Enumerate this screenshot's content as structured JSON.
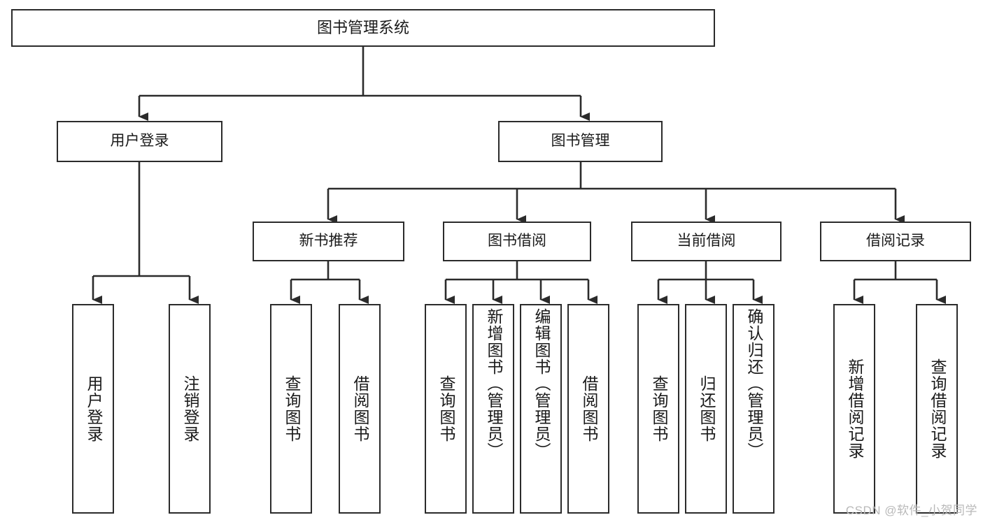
{
  "diagram": {
    "type": "hierarchy-tree",
    "title": "图书管理系统",
    "root": {
      "label": "图书管理系统"
    },
    "level1": [
      {
        "label": "用户登录"
      },
      {
        "label": "图书管理"
      }
    ],
    "level2": [
      {
        "label": "新书推荐",
        "parent": "图书管理"
      },
      {
        "label": "图书借阅",
        "parent": "图书管理"
      },
      {
        "label": "当前借阅",
        "parent": "图书管理"
      },
      {
        "label": "借阅记录",
        "parent": "图书管理"
      }
    ],
    "leaves": [
      {
        "label": "用户登录",
        "parent": "用户登录"
      },
      {
        "label": "注销登录",
        "parent": "用户登录"
      },
      {
        "label": "查询图书",
        "parent": "新书推荐"
      },
      {
        "label": "借阅图书",
        "parent": "新书推荐"
      },
      {
        "label": "查询图书",
        "parent": "图书借阅"
      },
      {
        "label": "新增图书（管理员）",
        "parent": "图书借阅"
      },
      {
        "label": "编辑图书（管理员）",
        "parent": "图书借阅"
      },
      {
        "label": "借阅图书",
        "parent": "图书借阅"
      },
      {
        "label": "查询图书",
        "parent": "当前借阅"
      },
      {
        "label": "归还图书",
        "parent": "当前借阅"
      },
      {
        "label": "确认归还（管理员）",
        "parent": "当前借阅"
      },
      {
        "label": "新增借阅记录",
        "parent": "借阅记录"
      },
      {
        "label": "查询借阅记录",
        "parent": "借阅记录"
      }
    ]
  },
  "watermark": {
    "text": "CSDN @软件_小贺同学"
  },
  "colors": {
    "stroke": "#2b2b2b",
    "background": "#ffffff",
    "text": "#1a1a1a",
    "watermark": "#b9b9b9"
  }
}
